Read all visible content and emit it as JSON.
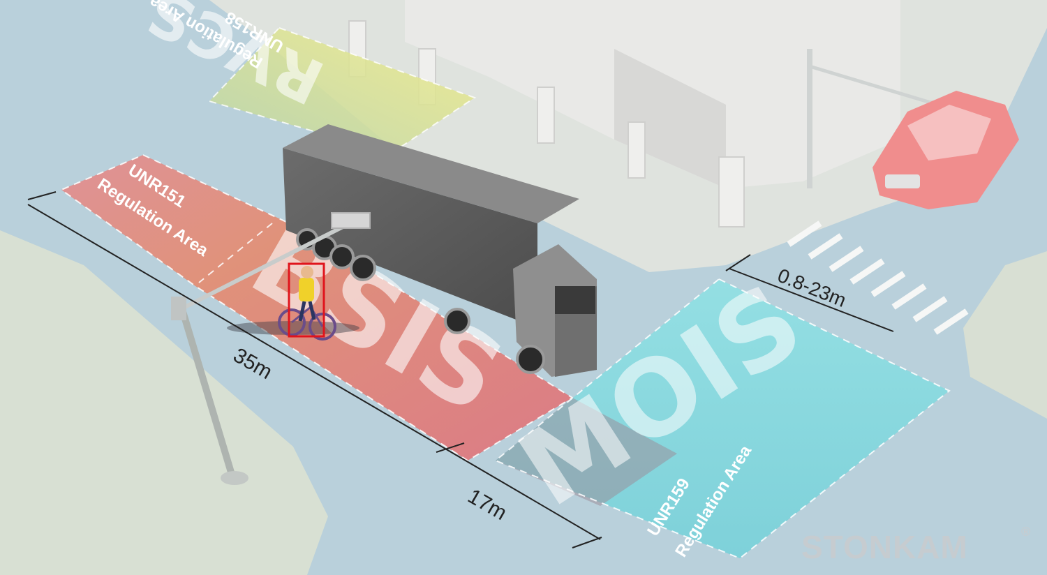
{
  "zones": {
    "rvcs": {
      "word": "RVCS",
      "line1": "UNR158",
      "line2": "Regulation Area"
    },
    "bsis": {
      "word": "BSIS",
      "line1": "UNR151",
      "line2": "Regulation Area"
    },
    "mois": {
      "word": "MOIS",
      "line1": "UNR159",
      "line2": "Regulation Area"
    }
  },
  "dimensions": {
    "bsis_length": "35m",
    "mois_length": "17m",
    "mois_range": "0.8-23m"
  },
  "brand": {
    "name": "STONKAM",
    "mark": "®"
  },
  "colors": {
    "road": "#b9d0db",
    "sidewalk": "#d9e0d6",
    "rvcs_yellow": "#efe88a",
    "rvcs_green": "#c9dca0",
    "bsis_red": "#e0707a",
    "bsis_orange": "#e79a6a",
    "mois_cyan": "#7ed9df",
    "detect_box": "#e0141c"
  }
}
